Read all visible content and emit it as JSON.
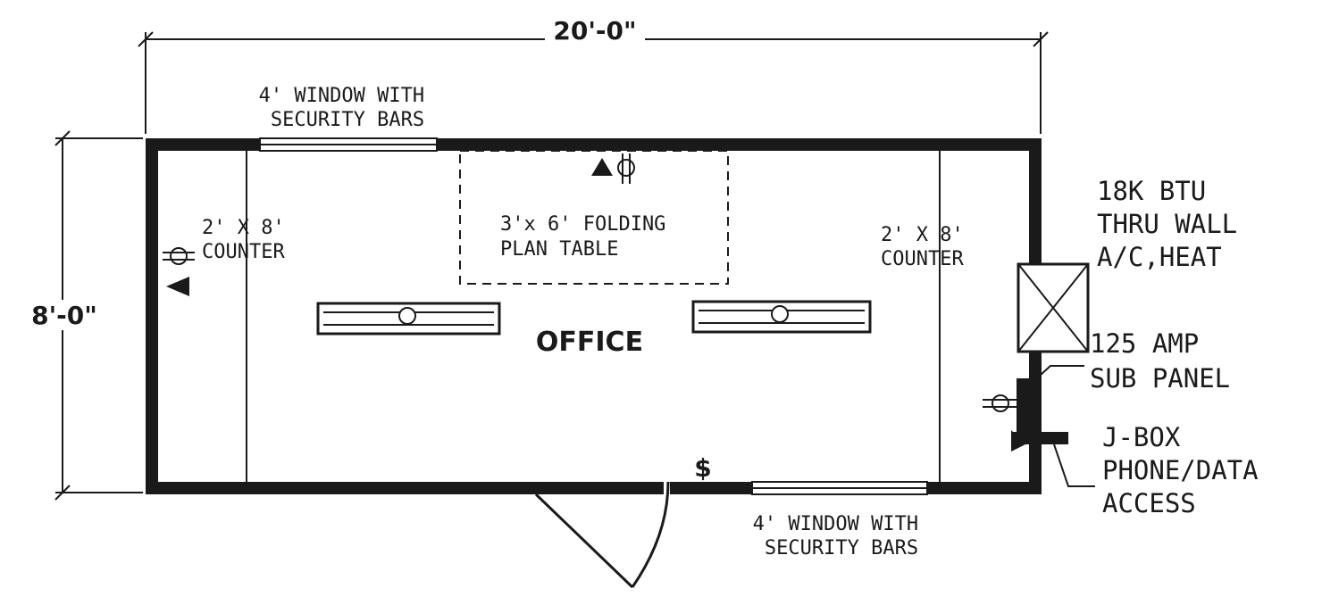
{
  "dimensions": {
    "width": "20'-0\"",
    "height": "8'-0\""
  },
  "room": {
    "name": "OFFICE"
  },
  "windows": {
    "top": [
      "4' WINDOW WITH",
      "SECURITY BARS"
    ],
    "bottom": [
      "4' WINDOW WITH",
      "SECURITY BARS"
    ]
  },
  "counters": {
    "left": [
      "2' X 8'",
      "COUNTER"
    ],
    "right": [
      "2' X 8'",
      "COUNTER"
    ]
  },
  "plan_table": [
    "3'x 6' FOLDING",
    "PLAN TABLE"
  ],
  "hvac": [
    "18K BTU",
    "THRU WALL",
    "A/C,HEAT"
  ],
  "panel": [
    "125 AMP",
    "SUB PANEL"
  ],
  "jbox": [
    "J-BOX",
    "PHONE/DATA",
    "ACCESS"
  ],
  "switch_symbol": "$",
  "colors": {
    "ink": "#1a1a1a",
    "paper": "#ffffff"
  }
}
